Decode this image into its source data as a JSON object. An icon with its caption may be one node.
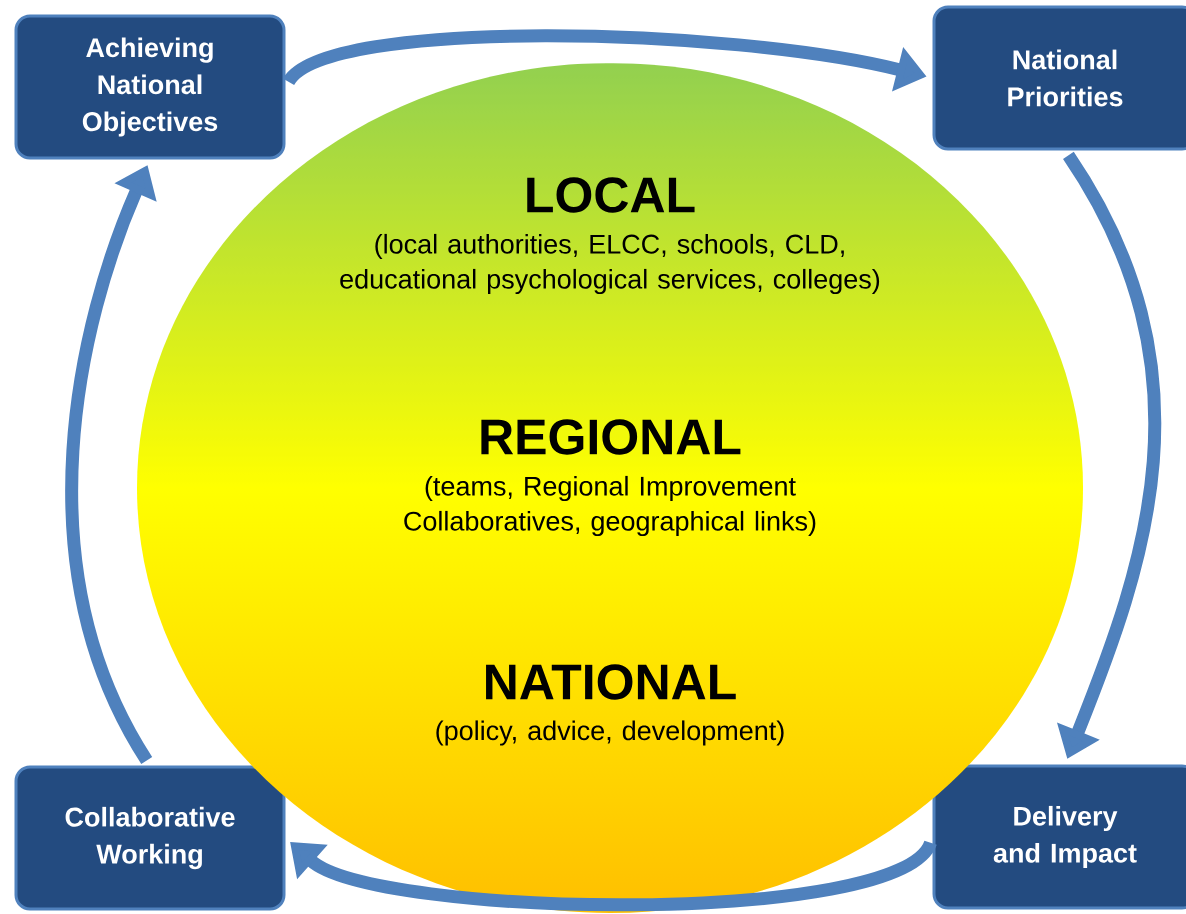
{
  "diagram": {
    "nodes": [
      {
        "text": [
          "Achieving National Objectives"
        ]
      },
      {
        "text": [
          "National Priorities"
        ]
      },
      {
        "text": [
          "Delivery and Impact"
        ]
      },
      {
        "text": [
          "Collaborative Working"
        ]
      },
      {
        "text": [
          "LOCAL",
          "(local authorities, ELCC, schools, CLD, educational psychological services, colleges)",
          "REGIONAL",
          "(teams, Regional Improvement Collaboratives, geographical links)",
          "NATIONAL",
          "(policy, advice, development)"
        ]
      }
    ],
    "edges": [
      {
        "from": 0,
        "to": 1,
        "arrow": "to"
      },
      {
        "from": 1,
        "to": 2,
        "arrow": "to"
      },
      {
        "from": 2,
        "to": 3,
        "arrow": "to"
      },
      {
        "from": 3,
        "to": 0,
        "arrow": "to"
      }
    ]
  }
}
